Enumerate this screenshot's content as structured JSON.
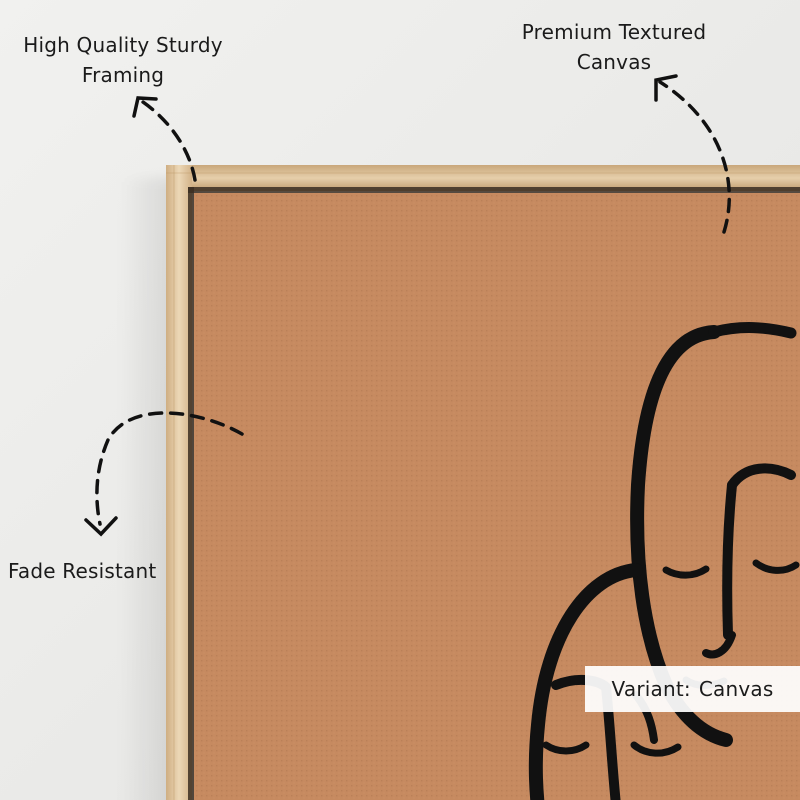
{
  "callouts": {
    "framing": {
      "line1": "High Quality Sturdy",
      "line2": "Framing"
    },
    "canvas": {
      "line1": "Premium Textured",
      "line2": "Canvas"
    },
    "fade": "Fade Resistant"
  },
  "variant": {
    "label": "Variant:",
    "value": "Canvas"
  },
  "colors": {
    "wall": "#ececea",
    "frame_wood": "#e2c9a3",
    "canvas": "#c68a61",
    "ink": "#111111"
  },
  "icons": [
    "dashed-arrow-icon"
  ]
}
